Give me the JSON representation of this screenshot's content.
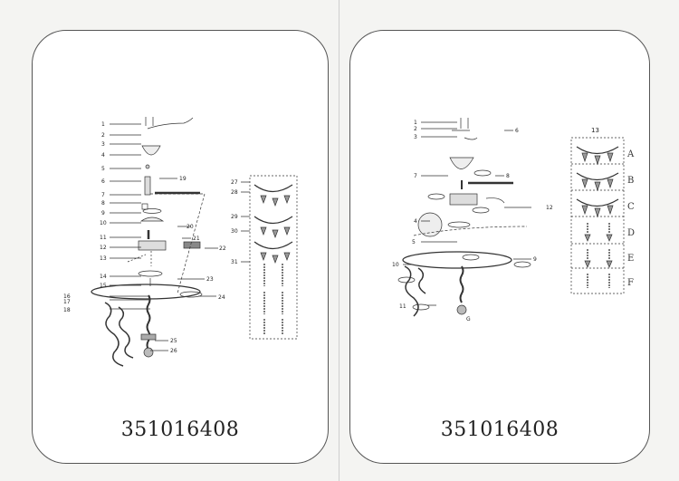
{
  "left_page": {
    "model_number": "351016408",
    "callouts": [
      "1",
      "2",
      "3",
      "4",
      "5",
      "6",
      "7",
      "8",
      "9",
      "10",
      "11",
      "12",
      "13",
      "14",
      "15",
      "16",
      "17",
      "18",
      "19",
      "20",
      "21",
      "22",
      "23",
      "24",
      "25",
      "26"
    ],
    "crystal_callouts": [
      "27",
      "28",
      "29",
      "30",
      "31"
    ]
  },
  "right_page": {
    "model_number": "351016408",
    "callouts": [
      "1",
      "2",
      "3",
      "4",
      "5",
      "6",
      "7",
      "8",
      "9",
      "10",
      "11",
      "12"
    ],
    "part_g": "G",
    "box_number": "13",
    "box_letters": [
      "A",
      "B",
      "C",
      "D",
      "E",
      "F"
    ]
  }
}
